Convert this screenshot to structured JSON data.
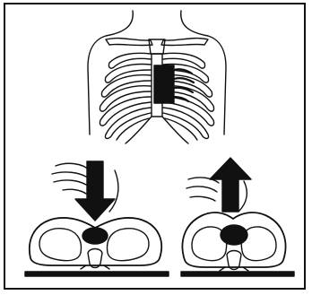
{
  "figure": {
    "panels": [
      {
        "name": "hand-placement-on-sternum"
      },
      {
        "name": "chest-compression-down"
      },
      {
        "name": "chest-recoil-up"
      }
    ],
    "colors": {
      "ink": "#111111",
      "background": "#ffffff"
    },
    "icons": [
      "ribcage-icon",
      "hand-icon",
      "arrow-down-icon",
      "arrow-up-icon",
      "heart-icon",
      "spine-icon"
    ]
  }
}
